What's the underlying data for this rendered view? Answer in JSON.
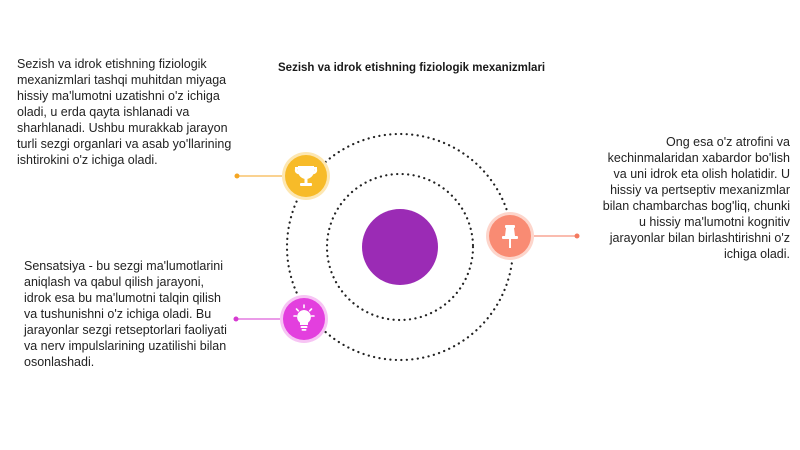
{
  "title": "Sezish va idrok etishning fiziologik mexanizmlari",
  "blocks": {
    "top_left": "Sezish va idrok etishning fiziologik mexanizmlari tashqi muhitdan miyaga hissiy ma'lumotni uzatishni o'z ichiga oladi, u erda qayta ishlanadi va sharhlanadi. Ushbu murakkab jarayon turli sezgi organlari va asab yo'llarining ishtirokini o'z ichiga oladi.",
    "right": "Ong esa o'z atrofini va kechinmalaridan xabardor bo'lish va uni idrok eta olish holatidir. U hissiy va pertseptiv mexanizmlar bilan chambarchas bog'liq, chunki u hissiy ma'lumotni kognitiv jarayonlar bilan birlashtirishni o'z ichiga oladi.",
    "bottom_left": "Sensatsiya - bu sezgi ma'lumotlarini aniqlash va qabul qilish jarayoni, idrok esa bu ma'lumotni talqin qilish va tushunishni o'z ichiga oladi. Bu jarayonlar sezgi retseptorlari faoliyati va nerv impulslarining uzatilishi bilan osonlashadi."
  },
  "nodes": {
    "trophy": {
      "icon": "trophy-icon",
      "color": "#f7bb29",
      "ring": "#fde7b2",
      "line": "#f5a623"
    },
    "pin": {
      "icon": "pushpin-icon",
      "color": "#f98b73",
      "ring": "#fdd5cb",
      "line": "#f47a5f"
    },
    "bulb": {
      "icon": "lightbulb-icon",
      "color": "#e33fde",
      "ring": "#f7c4f4",
      "line": "#d63ad1"
    }
  },
  "center": {
    "color": "#9b2bb5"
  }
}
